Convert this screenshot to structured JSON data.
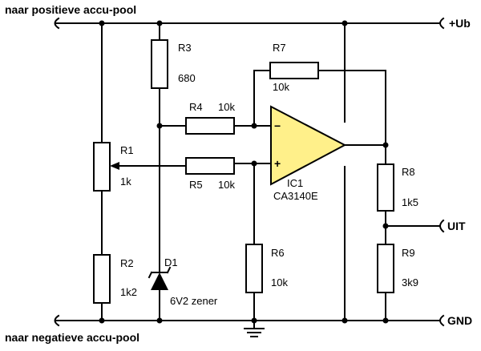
{
  "supply": {
    "top_caption": "naar positieve accu-pool",
    "bottom_caption": "naar negatieve accu-pool",
    "plus_terminal": "+Ub",
    "gnd_terminal": "GND",
    "out_terminal": "UIT"
  },
  "components": {
    "r1": {
      "ref": "R1",
      "value": "1k"
    },
    "r2": {
      "ref": "R2",
      "value": "1k2"
    },
    "r3": {
      "ref": "R3",
      "value": "680"
    },
    "r4": {
      "ref": "R4",
      "value": "10k"
    },
    "r5": {
      "ref": "R5",
      "value": "10k"
    },
    "r6": {
      "ref": "R6",
      "value": "10k"
    },
    "r7": {
      "ref": "R7",
      "value": "10k"
    },
    "r8": {
      "ref": "R8",
      "value": "1k5"
    },
    "r9": {
      "ref": "R9",
      "value": "3k9"
    },
    "d1": {
      "ref": "D1",
      "value": "6V2 zener"
    },
    "ic1": {
      "ref": "IC1",
      "value": "CA3140E",
      "inv_pin": "−",
      "noninv_pin": "+"
    }
  },
  "colors": {
    "opamp_fill": "#FFF08A",
    "line": "#000000"
  }
}
